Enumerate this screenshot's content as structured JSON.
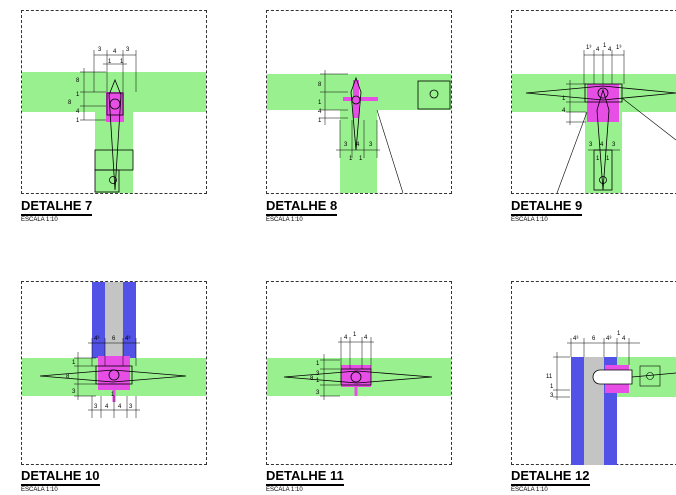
{
  "details": [
    {
      "title": "DETALHE 7",
      "scale": "ESCALA 1:10",
      "dims": [
        "3",
        "4",
        "3",
        "1",
        "1",
        "8",
        "1",
        "8",
        "4",
        "1"
      ]
    },
    {
      "title": "DETALHE 8",
      "scale": "ESCALA 1:10",
      "dims": [
        "8",
        "1",
        "4",
        "1",
        "3",
        "4",
        "3",
        "1",
        "1"
      ]
    },
    {
      "title": "DETALHE 9",
      "scale": "ESCALA 1:10",
      "dims": [
        "1³",
        "4",
        "1",
        "4",
        "1³",
        "1",
        "4",
        "3",
        "4",
        "3",
        "1",
        "1"
      ]
    },
    {
      "title": "DETALHE 10",
      "scale": "ESCALA 1:10",
      "dims": [
        "4³",
        "6",
        "4³",
        "1",
        "8",
        "3",
        "1",
        "3",
        "4",
        "4",
        "3"
      ]
    },
    {
      "title": "DETALHE 11",
      "scale": "ESCALA 1:10",
      "dims": [
        "4",
        "1",
        "4",
        "1",
        "3",
        "1",
        "8",
        "3"
      ]
    },
    {
      "title": "DETALHE 12",
      "scale": "ESCALA 1:10",
      "dims": [
        "4³",
        "6",
        "4³",
        "1",
        "4",
        "11",
        "1",
        "3"
      ]
    }
  ],
  "colors": {
    "beam_green": "#98f08e",
    "node_magenta": "#e64ee6",
    "column_blue": "#5252e6",
    "column_gray": "#c4c4c4",
    "frame_dash": "#333333"
  }
}
